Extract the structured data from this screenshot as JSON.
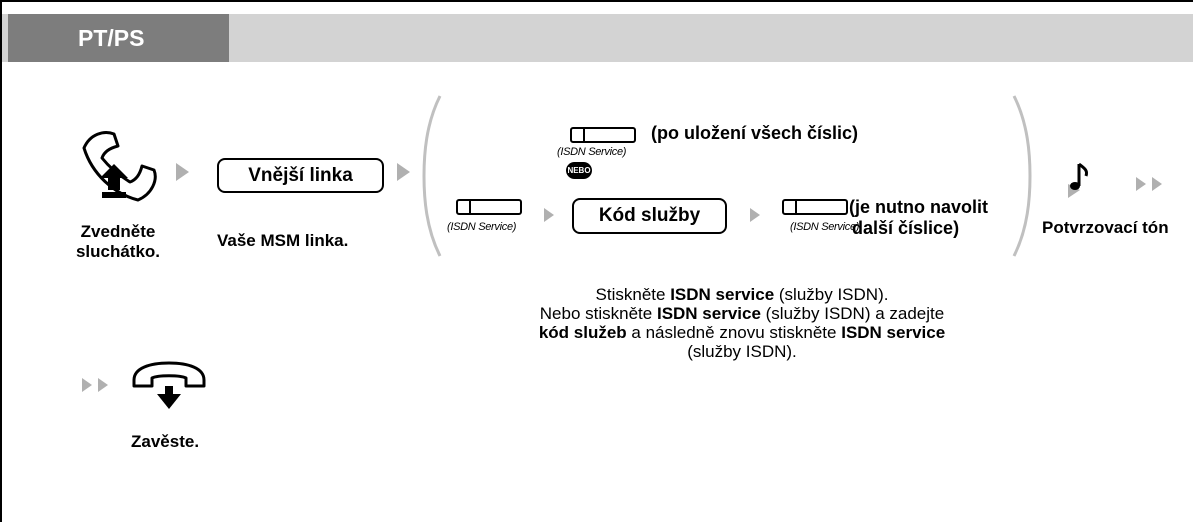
{
  "header": {
    "tab_label": "PT/PS"
  },
  "step1": {
    "label_line1": "Zvedněte",
    "label_line2": "sluchátko.",
    "icon": "handset-off-hook-icon"
  },
  "step2": {
    "button_label": "Vnější linka",
    "caption": "Vaše MSM linka."
  },
  "option_a": {
    "key_caption": "(ISDN Service)",
    "note": "(po uložení všech číslic)"
  },
  "or_badge": "NEBO",
  "option_b": {
    "key1_caption": "(ISDN Service)",
    "code_button": "Kód služby",
    "key2_caption": "(ISDN Service)",
    "note_line1": "(je nutno navolit",
    "note_line2": "další číslice)"
  },
  "step4": {
    "label": "Potvrzovací tón",
    "icon": "music-note-icon"
  },
  "description": {
    "line1_pre": "Stiskněte ",
    "line1_bold": "ISDN service",
    "line1_post": " (služby ISDN).",
    "line2_pre": "Nebo stiskněte ",
    "line2_bold": "ISDN service",
    "line2_post": " (služby ISDN) a zadejte",
    "line3_bold1": "kód služeb",
    "line3_mid": " a následně znovu stiskněte ",
    "line3_bold2": "ISDN service",
    "line4": "(služby ISDN)."
  },
  "step5": {
    "label": "Zavěste.",
    "icon": "handset-hang-up-icon"
  }
}
